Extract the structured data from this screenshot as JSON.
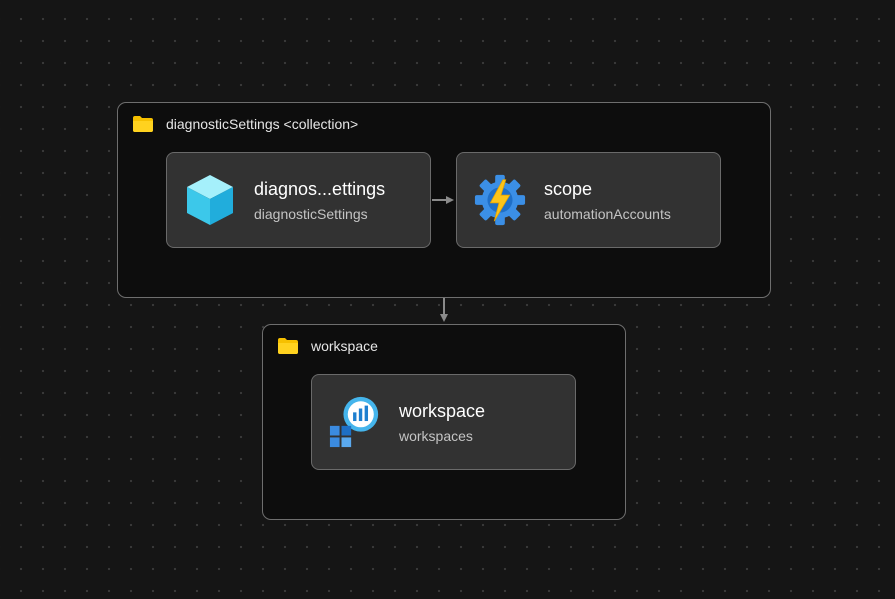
{
  "groups": [
    {
      "id": "diagnostic-settings-group",
      "label": "diagnosticSettings <collection>",
      "icon": "folder-icon"
    },
    {
      "id": "workspace-group",
      "label": "workspace",
      "icon": "folder-icon"
    }
  ],
  "nodes": [
    {
      "id": "diagnostic-settings",
      "title": "diagnos...ettings",
      "subtitle": "diagnosticSettings",
      "icon": "diagnostic-settings-cube-icon"
    },
    {
      "id": "scope",
      "title": "scope",
      "subtitle": "automationAccounts",
      "icon": "automation-account-gear-icon"
    },
    {
      "id": "workspace",
      "title": "workspace",
      "subtitle": "workspaces",
      "icon": "log-analytics-workspace-icon"
    }
  ],
  "edges": [
    {
      "from": "diagnostic-settings",
      "to": "scope"
    },
    {
      "from": "diagnostic-settings-group",
      "to": "workspace-group"
    }
  ],
  "colors": {
    "background": "#151515",
    "folder": "#f6c000",
    "node_fill": "#323232",
    "group_border": "#6e6e6e",
    "edge": "#8a8a8a"
  }
}
